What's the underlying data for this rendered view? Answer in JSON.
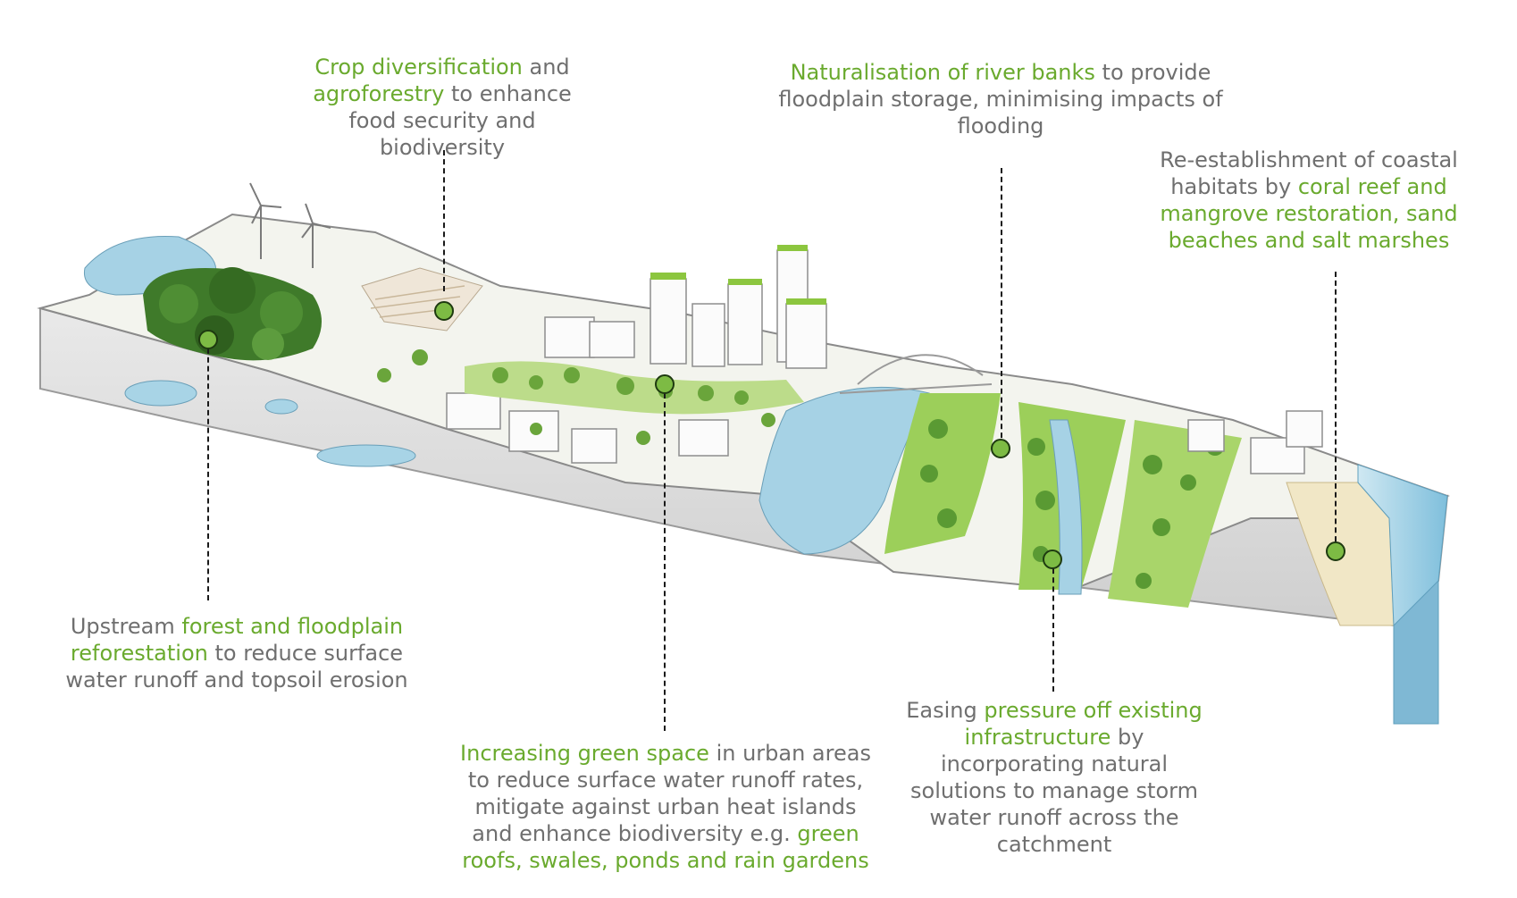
{
  "callouts": {
    "crop": {
      "l1a": "Crop diversification",
      "l1b": " and",
      "l2a": "agroforestry",
      "l2b": " to enhance",
      "l3": "food security and",
      "l4": "biodiversity"
    },
    "river": {
      "l1a": "Naturalisation of river banks",
      "l1b": " to provide",
      "l2": "floodplain storage, minimising impacts of",
      "l3": "flooding"
    },
    "coastal": {
      "l1": "Re-establishment of coastal",
      "l2a": "habitats by ",
      "l2b": "coral reef and",
      "l3": "mangrove restoration, sand",
      "l4": "beaches and salt marshes"
    },
    "forest": {
      "l1a": "Upstream ",
      "l1b": "forest and floodplain",
      "l2a": "reforestation",
      "l2b": " to reduce surface",
      "l3": "water runoff and topsoil erosion"
    },
    "green": {
      "l1a": "Increasing green space",
      "l1b": " in urban areas",
      "l2": "to reduce surface water runoff rates,",
      "l3": "mitigate against urban heat islands",
      "l4a": "and enhance biodiversity e.g. ",
      "l4b": "green",
      "l5": "roofs, swales, ponds and rain gardens"
    },
    "infra": {
      "l1a": "Easing ",
      "l1b": "pressure off existing",
      "l2a": "infrastructure",
      "l2b": " by",
      "l3": "incorporating natural",
      "l4": "solutions to manage storm",
      "l5": "water runoff across the",
      "l6": "catchment"
    }
  },
  "colors": {
    "highlight_text": "#6aaa2e",
    "body_text": "#6f6f6f",
    "pin_fill": "#7dbb44",
    "water": "#9fd0e4",
    "vegetation": "#8cc63f"
  }
}
